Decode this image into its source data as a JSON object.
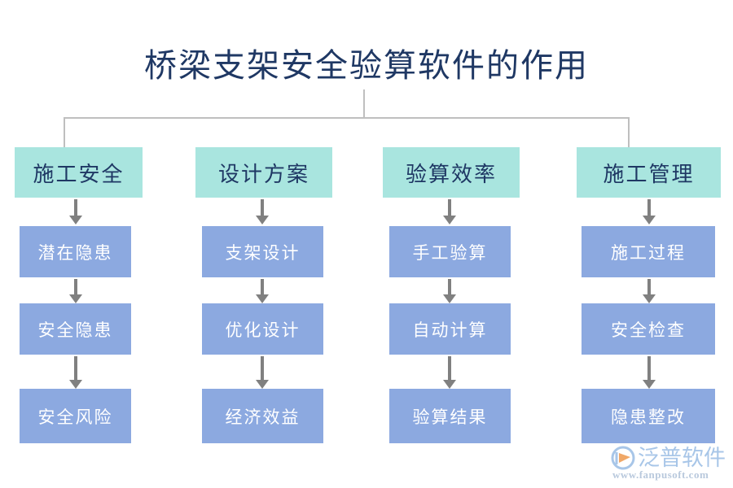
{
  "title": "桥梁支架安全验算软件的作用",
  "colors": {
    "title_text": "#1f3864",
    "header_box_bg": "#a9e5df",
    "header_box_text": "#1f3864",
    "node_box_bg": "#8ca9e0",
    "node_box_text": "#ffffff",
    "connector": "#bfbfbf",
    "arrow": "#808080",
    "logo_text": "#a8c6e8",
    "logo_accent": "#f0a868",
    "background": "#ffffff"
  },
  "columns": [
    {
      "header": "施工安全",
      "nodes": [
        "潜在隐患",
        "安全隐患",
        "安全风险"
      ]
    },
    {
      "header": "设计方案",
      "nodes": [
        "支架设计",
        "优化设计",
        "经济效益"
      ]
    },
    {
      "header": "验算效率",
      "nodes": [
        "手工验算",
        "自动计算",
        "验算结果"
      ]
    },
    {
      "header": "施工管理",
      "nodes": [
        "施工过程",
        "安全检查",
        "隐患整改"
      ]
    }
  ],
  "logo": {
    "name": "泛普软件",
    "url": "www.fanpusoft.com"
  }
}
